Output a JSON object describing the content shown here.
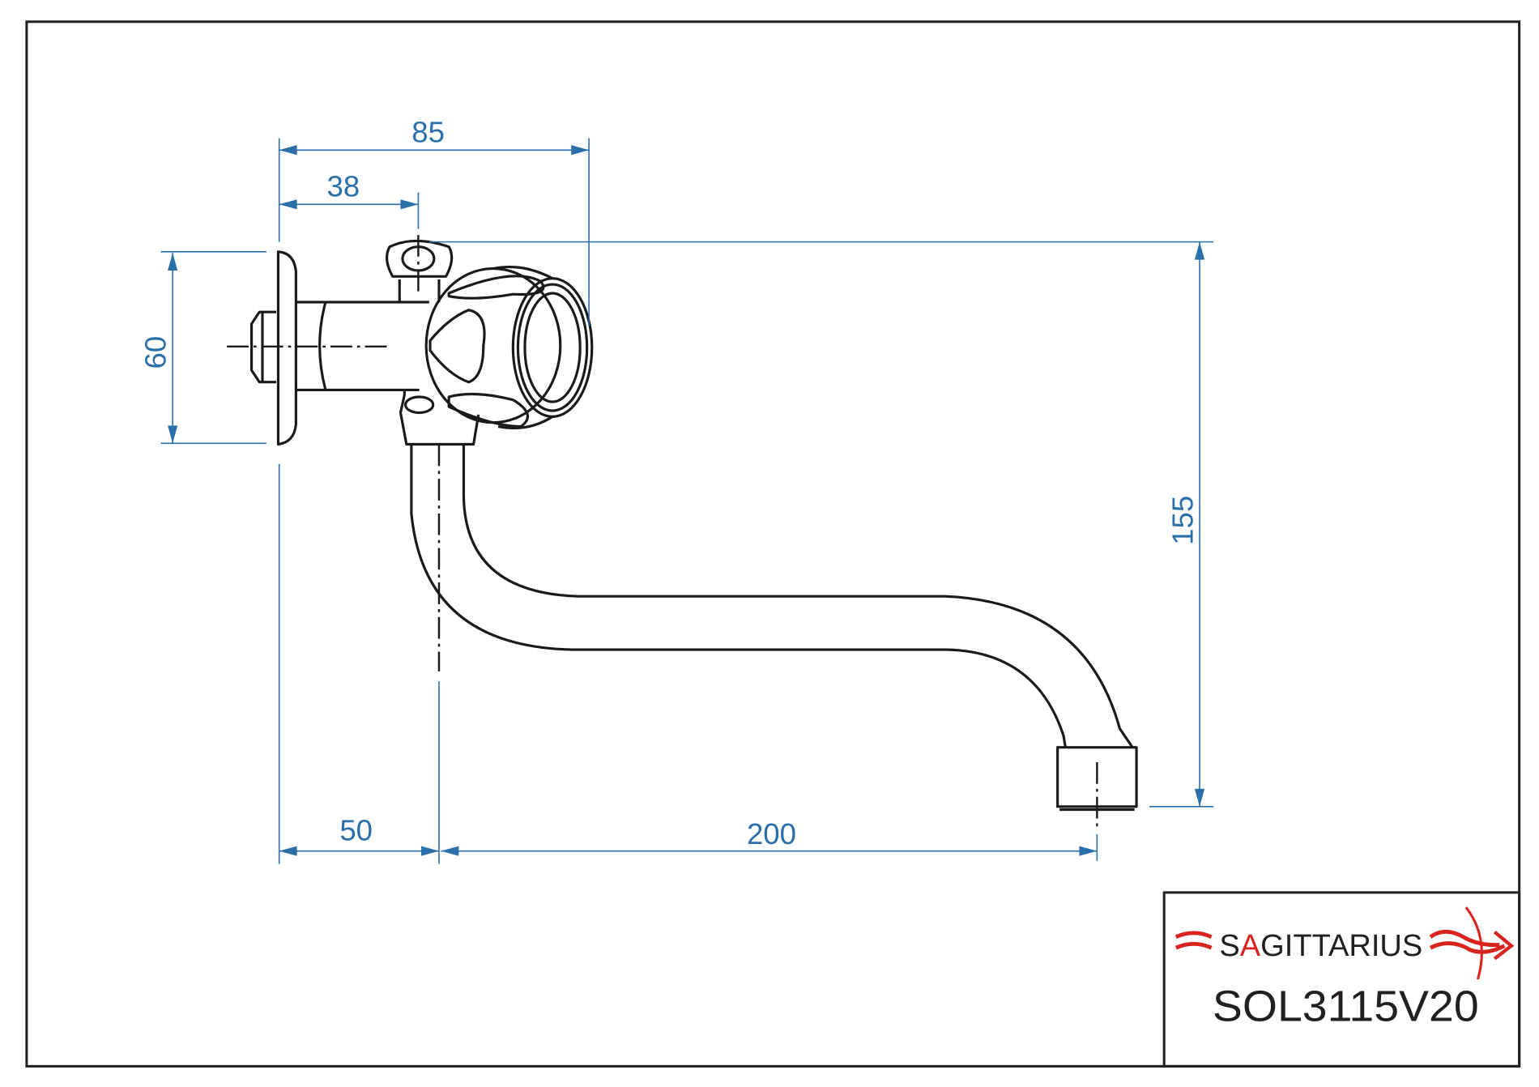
{
  "drawing": {
    "dimensions": {
      "overall_depth": "85",
      "valve_axis": "38",
      "flange_height": "60",
      "spout_height": "155",
      "wall_to_spout": "50",
      "spout_reach": "200"
    },
    "title_block": {
      "brand": "SAGITTARIUS",
      "brand_highlight_letter": "A",
      "model_code": "SOL3115V20",
      "brand_color": "#d9231f"
    },
    "dimension_color": "#2a6eaa"
  }
}
